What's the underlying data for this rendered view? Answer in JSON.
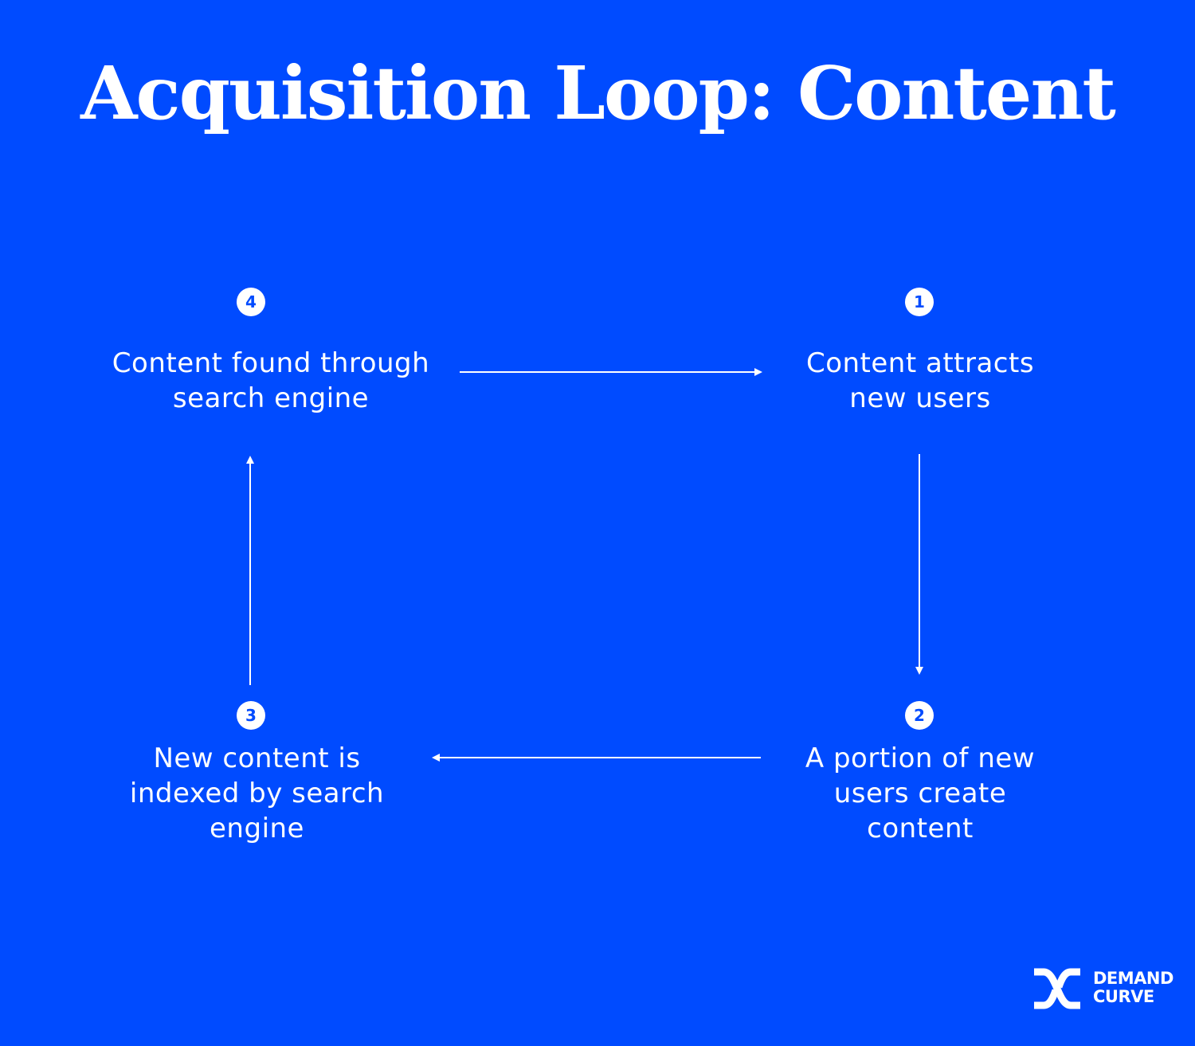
{
  "title": "Acquisition Loop: Content",
  "colors": {
    "background": "#004BFF",
    "foreground": "#FFFFFF"
  },
  "steps": [
    {
      "number": "1",
      "text": "Content attracts new users"
    },
    {
      "number": "2",
      "text": "A portion of new users create content"
    },
    {
      "number": "3",
      "text": "New content is indexed by search engine"
    },
    {
      "number": "4",
      "text": "Content found through search engine"
    }
  ],
  "arrows": [
    {
      "from": "4",
      "to": "1",
      "direction": "right"
    },
    {
      "from": "1",
      "to": "2",
      "direction": "down"
    },
    {
      "from": "2",
      "to": "3",
      "direction": "left"
    },
    {
      "from": "3",
      "to": "4",
      "direction": "up"
    }
  ],
  "logo": {
    "line1": "DEMAND",
    "line2": "CURVE"
  }
}
